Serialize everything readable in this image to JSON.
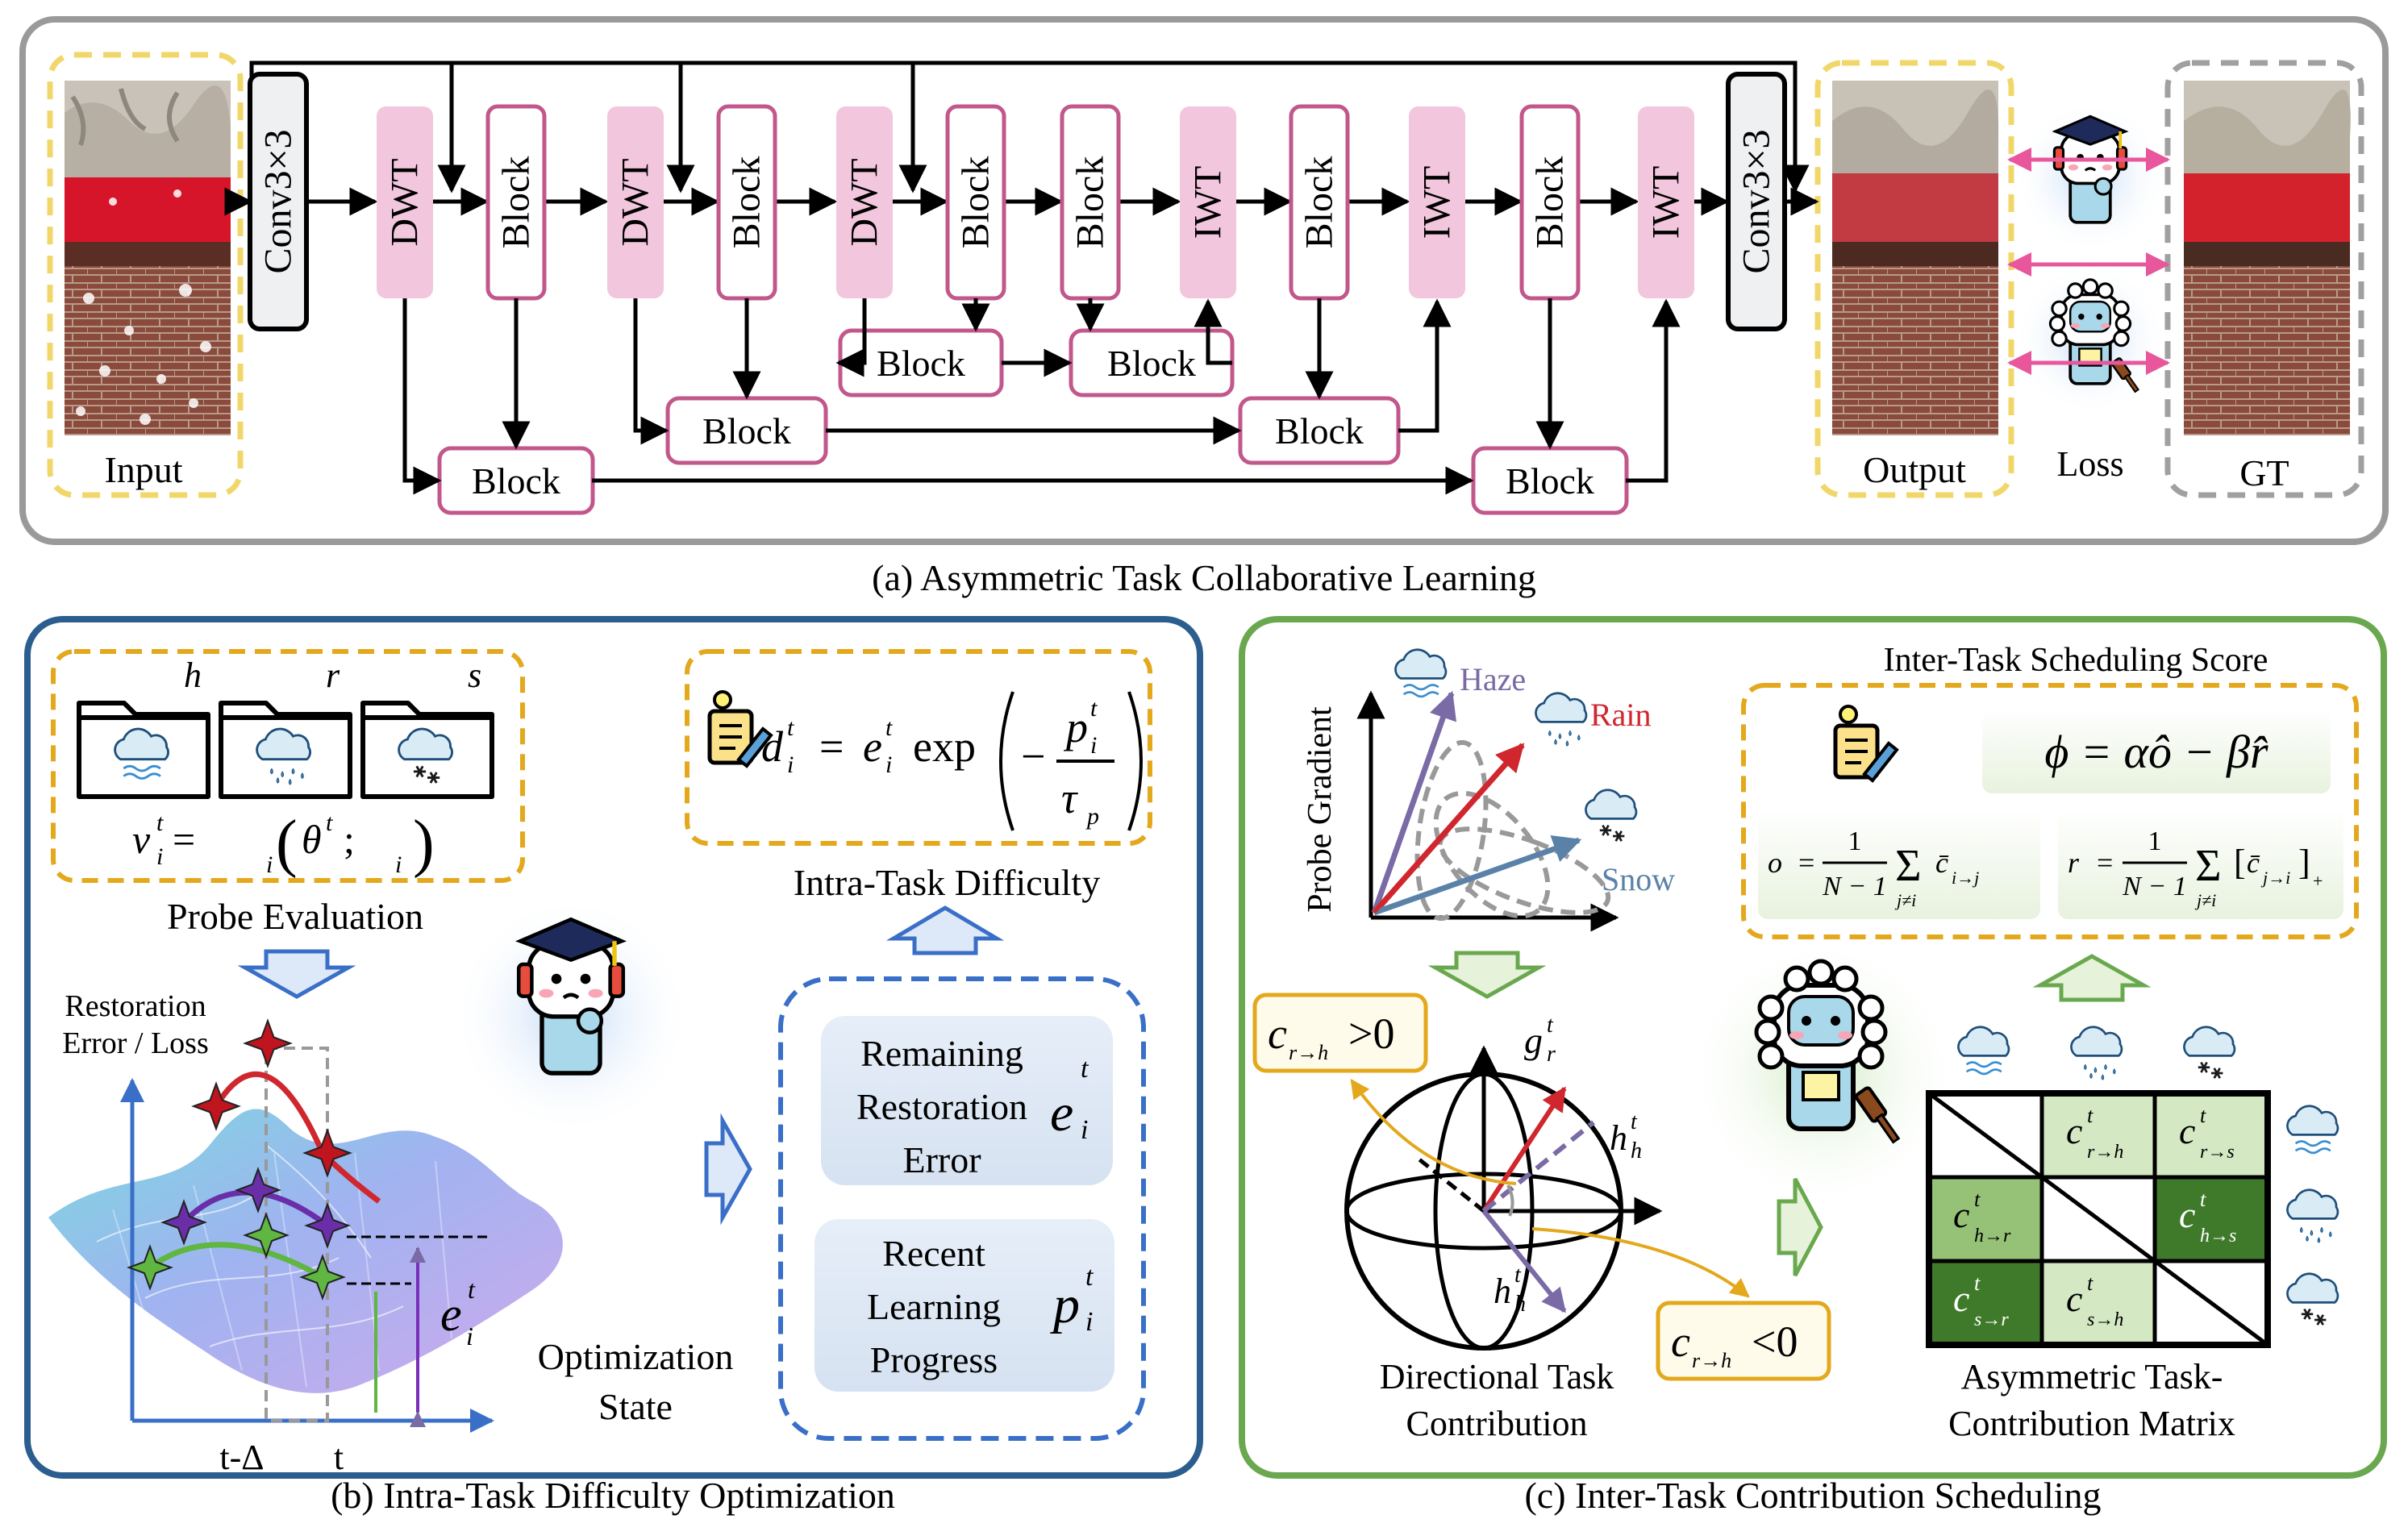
{
  "panel_a": {
    "caption": "(a) Asymmetric Task Collaborative Learning",
    "input_label": "Input",
    "output_label": "Output",
    "loss_label": "Loss",
    "gt_label": "GT",
    "conv_label": "Conv3×3",
    "dwt_label": "DWT",
    "iwt_label": "IWT",
    "block_label": "Block"
  },
  "panel_b": {
    "caption": "(b) Intra-Task Difficulty Optimization",
    "folder_tags": [
      "h",
      "r",
      "s"
    ],
    "probe_formula": {
      "lhs": "v",
      "sup": "t",
      "sub": "i",
      "eq": " = ",
      "arg1": "θ",
      "arg1_sup": "t",
      "sep": ";"
    },
    "probe_evaluation": "Probe Evaluation",
    "y_axis_label_1": "Restoration",
    "y_axis_label_2": "Error / Loss",
    "x_tick_1": "t-Δ",
    "x_tick_2": "t",
    "e_label": "e",
    "optimization_state_1": "Optimization",
    "optimization_state_2": "State",
    "difficulty_formula": {
      "d": "d",
      "e": "e",
      "exp": "exp",
      "p": "p",
      "tau": "τ",
      "tau_sub": "p",
      "sup": "t",
      "sub": "i",
      "eq": "=",
      "minus": "−"
    },
    "intra_task_difficulty": "Intra-Task Difficulty",
    "remaining_1": "Remaining",
    "remaining_2": "Restoration",
    "remaining_3": "Error",
    "recent_1": "Recent",
    "recent_2": "Learning",
    "recent_3": "Progress",
    "p_label": "p"
  },
  "panel_c": {
    "caption": "(c) Inter-Task Contribution Scheduling",
    "scheduling_title": "Inter-Task Scheduling Score",
    "probe_gradient": "Probe Gradient",
    "haze": "Haze",
    "rain": "Rain",
    "snow": "Snow",
    "phi_formula": "ϕ = αô − βr̂",
    "o_formula": {
      "lhs": "o",
      "frac_num": "1",
      "frac_den": "N − 1",
      "sum_sub": "j≠i",
      "term": "c̄",
      "term_sub": "i→j"
    },
    "r_formula": {
      "lhs": "r",
      "frac_num": "1",
      "frac_den": "N − 1",
      "sum_sub": "j≠i",
      "term": "c̄",
      "term_sub": "j→i",
      "plus": "+"
    },
    "c_pos": {
      "c": "c",
      "sub": "r→h",
      "rel": ">0"
    },
    "c_neg": {
      "c": "c",
      "sub": "r→h",
      "rel": "<0"
    },
    "g_label": "g",
    "g_sub": "r",
    "h_label": "h",
    "h_sub": "h",
    "directional_1": "Directional Task",
    "directional_2": "Contribution",
    "matrix_1": "Asymmetric Task-",
    "matrix_2": "Contribution Matrix",
    "matrix_cells": [
      [
        "",
        "r→h",
        "r→s"
      ],
      [
        "h→r",
        "",
        "h→s"
      ],
      [
        "s→r",
        "s→h",
        ""
      ]
    ]
  },
  "colors": {
    "panel_a_border": "#9a9a9a",
    "panel_b_border": "#2b5e8f",
    "panel_c_border": "#6aa84f",
    "pink_fill": "#f2c6dc",
    "pink_border": "#c2578c",
    "dashed_yellow": "#f1d76a",
    "dashed_orange": "#e3a81c",
    "dashed_blue": "#3a6fc8",
    "haze_arrow": "#7a6aa5",
    "rain_arrow": "#d0262e",
    "snow_arrow": "#5a82a8",
    "matrix_light": "#d5e8c4",
    "matrix_mid": "#96c277",
    "matrix_dark": "#3f7a2b"
  },
  "icons": [
    "folder-haze-icon",
    "folder-rain-icon",
    "folder-snow-icon",
    "student-robot-icon",
    "judge-robot-icon",
    "notepad-pencil-icon",
    "haze-cloud-icon",
    "rain-cloud-icon",
    "snow-cloud-icon"
  ]
}
